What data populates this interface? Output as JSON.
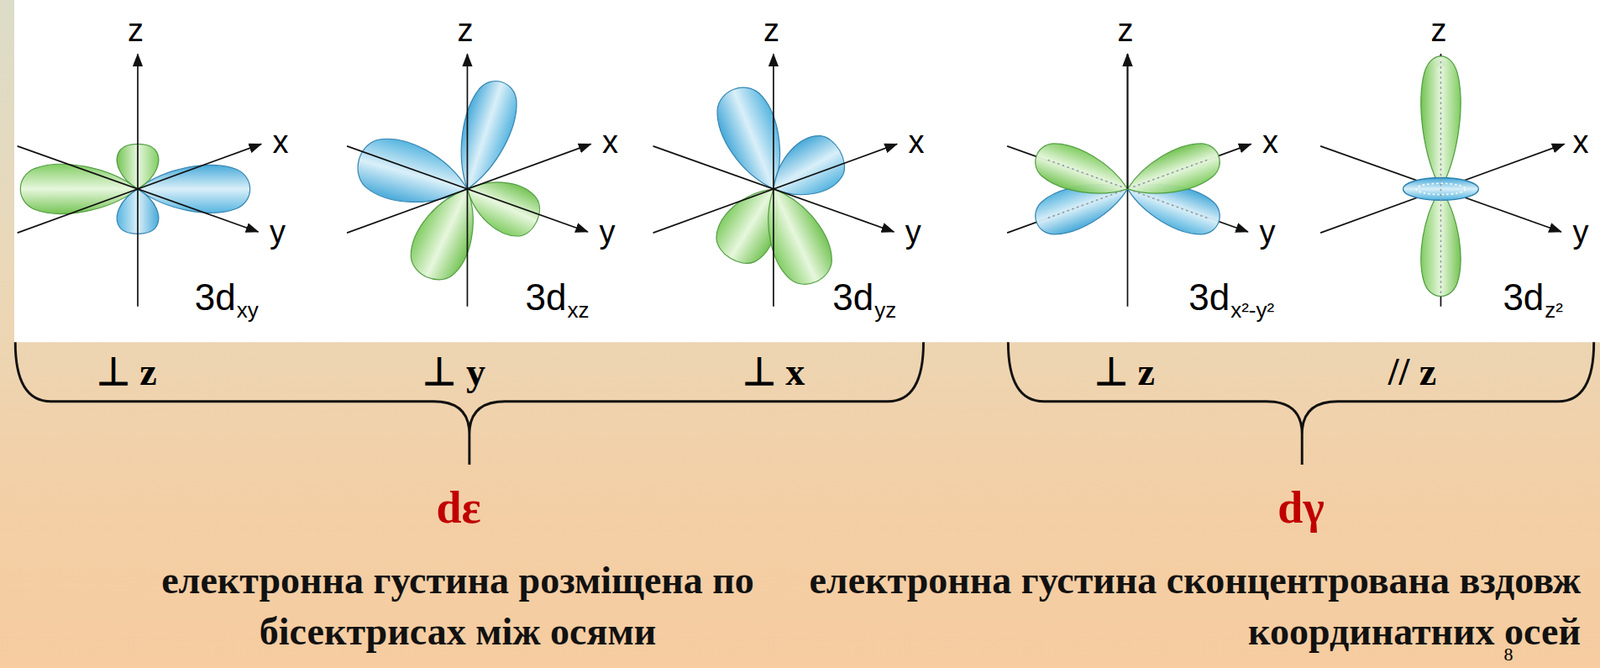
{
  "diagram": {
    "labels": [
      "z",
      "x",
      "y",
      "z",
      "x",
      "y",
      "z",
      "x",
      "y",
      "z",
      "x",
      "y",
      "z",
      "x",
      "y",
      "3d",
      "xy",
      "3d",
      "xz",
      "3d",
      "yz",
      "3d",
      "x²-y²",
      "3d",
      "z²",
      "⊥ z",
      "⊥ y",
      "⊥ x",
      "⊥ z",
      "// z",
      "dε",
      "dγ",
      "електронна густина розміщена по бісектрисах між осями",
      "електронна густина сконцентрована вздовж координатних осей",
      "8"
    ]
  }
}
